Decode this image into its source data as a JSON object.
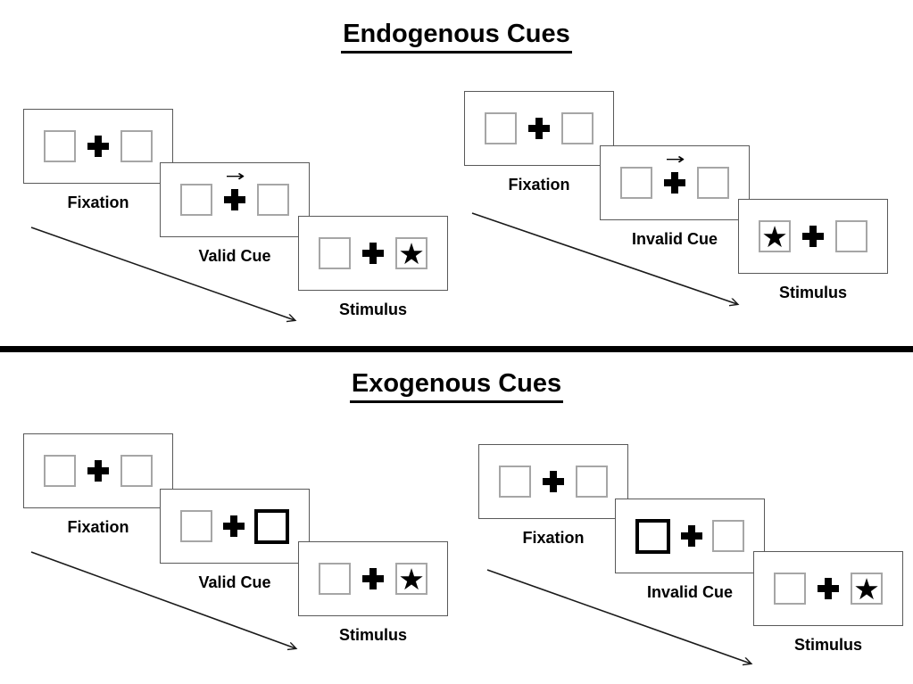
{
  "page": {
    "background": "#ffffff"
  },
  "colors": {
    "panel_border": "#595959",
    "box_border": "#a6a6a6",
    "bold_cue_border": "#000000",
    "ink": "#000000",
    "divider": "#000000"
  },
  "icons": {
    "fixation_cross": "plus-cross",
    "cue_arrow_glyph": "→",
    "star_glyph": "★"
  },
  "sections": {
    "endogenous": {
      "title": "Endogenous Cues",
      "groups": {
        "valid": {
          "steps": {
            "fixation": {
              "label": "Fixation",
              "left_box": "",
              "right_box": "",
              "left_style": "normal",
              "right_style": "normal",
              "cue_arrow": ""
            },
            "cue": {
              "label": "Valid Cue",
              "left_box": "",
              "right_box": "",
              "left_style": "normal",
              "right_style": "normal",
              "cue_arrow": "→"
            },
            "stimulus": {
              "label": "Stimulus",
              "left_box": "",
              "right_box": "★",
              "left_style": "normal",
              "right_style": "normal",
              "cue_arrow": ""
            }
          }
        },
        "invalid": {
          "steps": {
            "fixation": {
              "label": "Fixation",
              "left_box": "",
              "right_box": "",
              "left_style": "normal",
              "right_style": "normal",
              "cue_arrow": ""
            },
            "cue": {
              "label": "Invalid Cue",
              "left_box": "",
              "right_box": "",
              "left_style": "normal",
              "right_style": "normal",
              "cue_arrow": "→"
            },
            "stimulus": {
              "label": "Stimulus",
              "left_box": "★",
              "right_box": "",
              "left_style": "normal",
              "right_style": "normal",
              "cue_arrow": ""
            }
          }
        }
      }
    },
    "exogenous": {
      "title": "Exogenous Cues",
      "groups": {
        "valid": {
          "steps": {
            "fixation": {
              "label": "Fixation",
              "left_box": "",
              "right_box": "",
              "left_style": "normal",
              "right_style": "normal",
              "cue_arrow": ""
            },
            "cue": {
              "label": "Valid Cue",
              "left_box": "",
              "right_box": "",
              "left_style": "normal",
              "right_style": "bold",
              "cue_arrow": ""
            },
            "stimulus": {
              "label": "Stimulus",
              "left_box": "",
              "right_box": "★",
              "left_style": "normal",
              "right_style": "normal",
              "cue_arrow": ""
            }
          }
        },
        "invalid": {
          "steps": {
            "fixation": {
              "label": "Fixation",
              "left_box": "",
              "right_box": "",
              "left_style": "normal",
              "right_style": "normal",
              "cue_arrow": ""
            },
            "cue": {
              "label": "Invalid Cue",
              "left_box": "",
              "right_box": "",
              "left_style": "bold",
              "right_style": "normal",
              "cue_arrow": ""
            },
            "stimulus": {
              "label": "Stimulus",
              "left_box": "",
              "right_box": "★",
              "left_style": "normal",
              "right_style": "normal",
              "cue_arrow": ""
            }
          }
        }
      }
    }
  }
}
